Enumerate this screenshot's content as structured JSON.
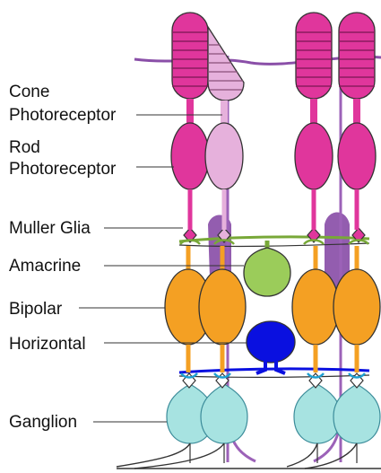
{
  "labels": {
    "cone_line1": "Cone",
    "cone_line2": "Photoreceptor",
    "rod_line1": "Rod",
    "rod_line2": "Photoreceptor",
    "muller": "Muller Glia",
    "amacrine": "Amacrine",
    "bipolar": "Bipolar",
    "horizontal": "Horizontal",
    "ganglion": "Ganglion"
  },
  "colors": {
    "cone": "#e0369c",
    "cone_dark": "#8a1b5e",
    "rod": "#e6b1dc",
    "muller": "#8a4fa8",
    "muller_light": "#9c62b8",
    "amacrine": "#9bcc5a",
    "synapse_green": "#78a838",
    "bipolar": "#f4a023",
    "horizontal": "#0a10e0",
    "ganglion": "#a7e3e1",
    "ganglion_stroke": "#3c8c9a",
    "axon": "#333333"
  }
}
